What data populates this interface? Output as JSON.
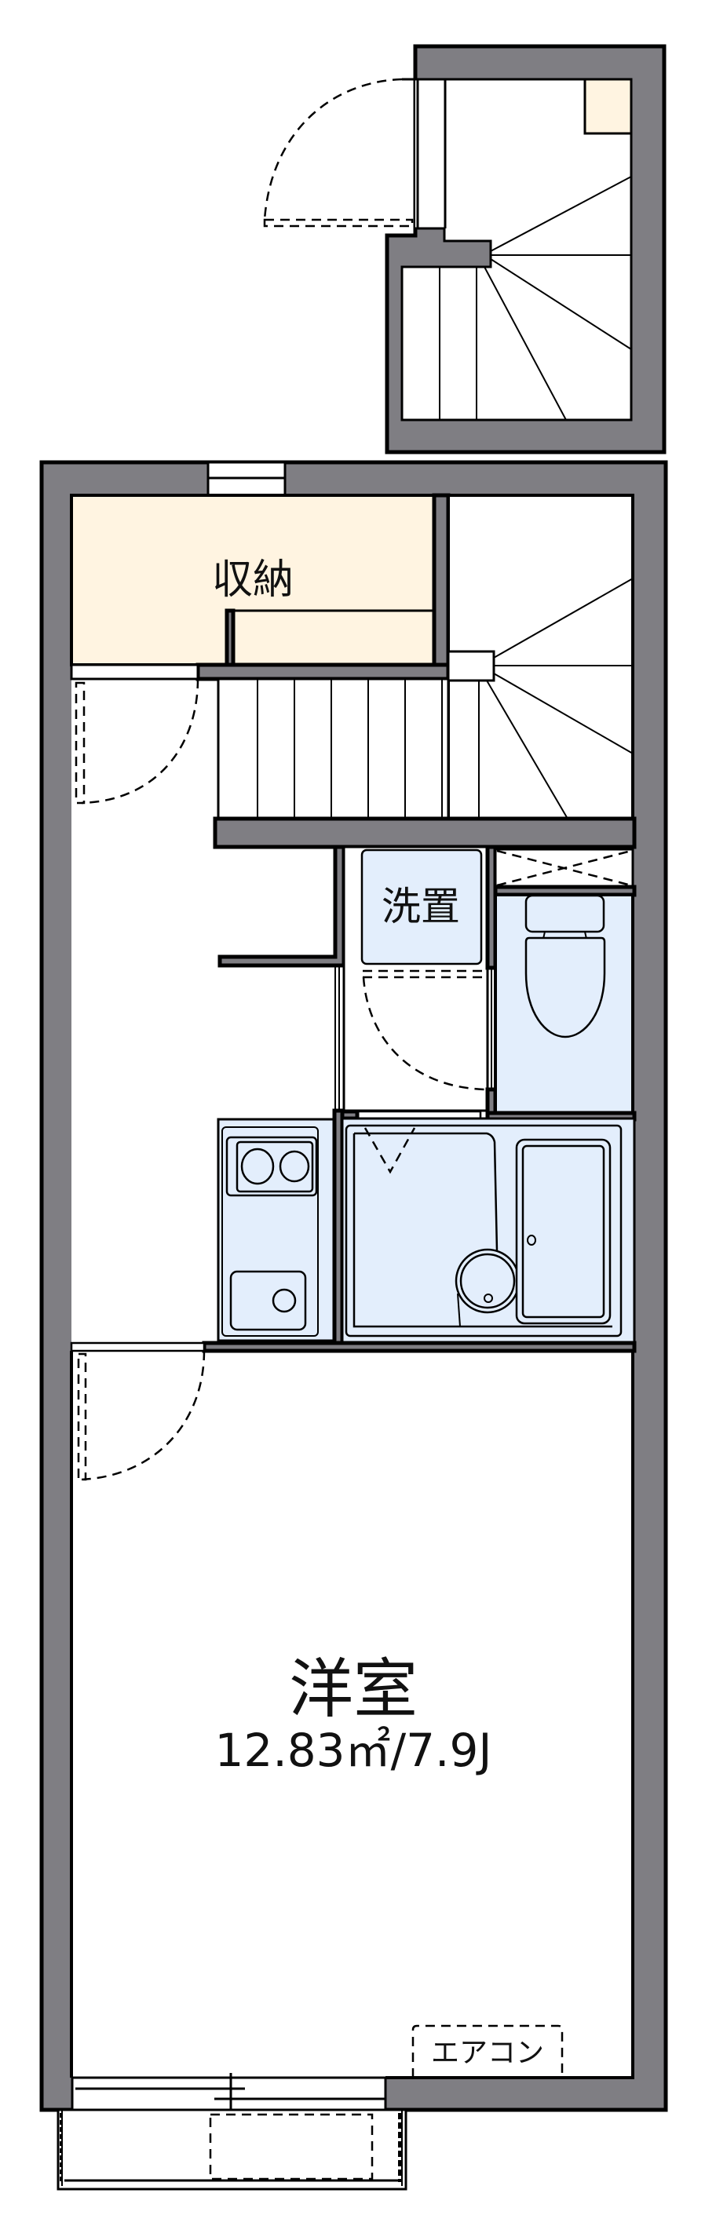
{
  "floor_plan": {
    "upper_floor": {
      "name": "loft-upper-level",
      "features": [
        "stairs",
        "door",
        "storage-corner"
      ]
    },
    "rooms": {
      "storage": {
        "label": "収納"
      },
      "washer": {
        "label": "洗置"
      },
      "main_room": {
        "label": "洋室",
        "area": "12.83㎡/7.9J"
      },
      "aircon": {
        "label": "エアコン"
      }
    },
    "colors": {
      "wall": "#7f7e83",
      "storage_fill": "#fff4e1",
      "wet_area_fill": "#e3eefc",
      "line": "#000000"
    }
  }
}
